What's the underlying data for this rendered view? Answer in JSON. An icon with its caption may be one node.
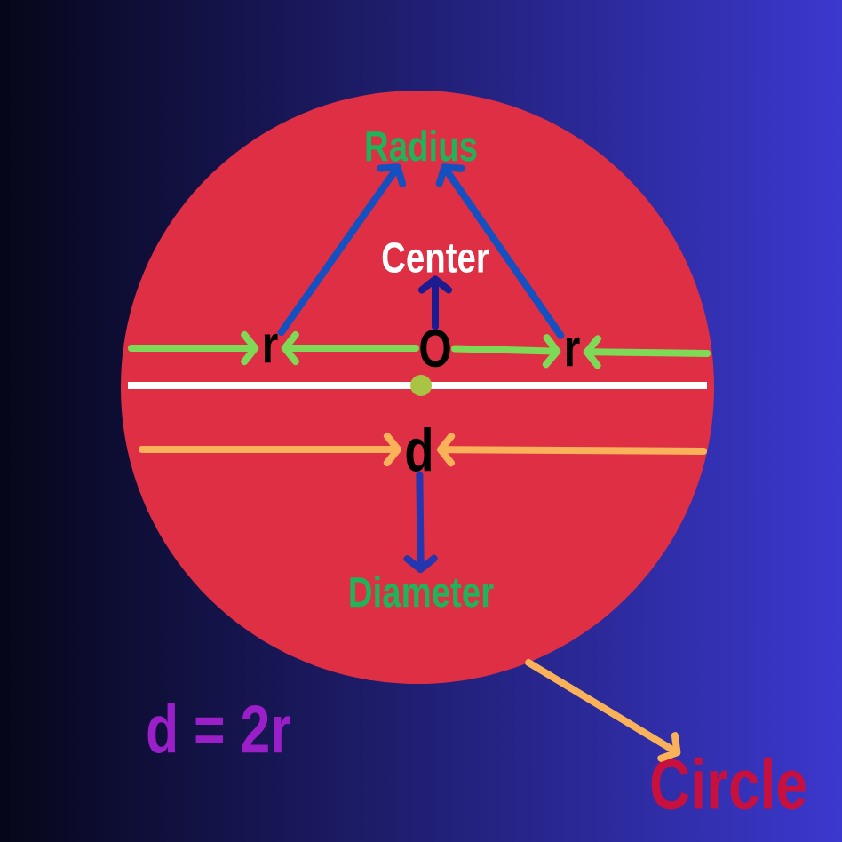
{
  "diagram": {
    "nodes": [
      {
        "text": [],
        "shape": "circle"
      },
      {
        "text": [
          "Radius"
        ],
        "in": 0
      },
      {
        "text": [
          "Center"
        ],
        "in": 0
      },
      {
        "text": [
          "r"
        ],
        "in": 0
      },
      {
        "text": [
          "O"
        ],
        "in": 0
      },
      {
        "text": [
          "r"
        ],
        "in": 0
      },
      {
        "text": [
          "d"
        ],
        "in": 0
      },
      {
        "text": [
          "Diameter"
        ],
        "in": 0
      },
      {
        "text": [
          "Circle"
        ]
      }
    ],
    "edges": [
      {
        "from": 3,
        "to": 1,
        "arrow": "to",
        "color": "#1550c0"
      },
      {
        "from": 5,
        "to": 1,
        "arrow": "to",
        "color": "#1550c0"
      },
      {
        "from": 4,
        "to": 2,
        "arrow": "to",
        "color": "#1c1c90"
      },
      {
        "from": null,
        "to": 3,
        "arrow": "to",
        "color": "#7ed957"
      },
      {
        "from": 4,
        "to": 3,
        "arrow": "to",
        "color": "#7ed957"
      },
      {
        "from": 4,
        "to": 5,
        "arrow": "to",
        "color": "#7ed957"
      },
      {
        "from": null,
        "to": 5,
        "arrow": "to",
        "color": "#7ed957"
      },
      {
        "from": null,
        "to": 6,
        "arrow": "to",
        "color": "#f9b15a"
      },
      {
        "from": null,
        "to": 6,
        "arrow": "to",
        "color": "#f9b15a"
      },
      {
        "from": 6,
        "to": 7,
        "arrow": "to",
        "color": "#2436b0"
      },
      {
        "from": 0,
        "to": 8,
        "arrow": "to",
        "color": "#f9b15a"
      }
    ],
    "labels": [
      "d = 2r"
    ]
  }
}
